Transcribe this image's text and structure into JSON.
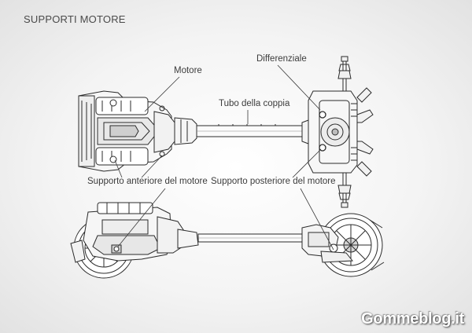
{
  "diagram": {
    "title": "SUPPORTI MOTORE",
    "labels": {
      "motore": "Motore",
      "differenziale": "Differenziale",
      "tubo": "Tubo della coppia",
      "supporto_anteriore": "Supporto anteriore del motore",
      "supporto_posteriore": "Supporto posteriore del motore"
    },
    "watermark": "Gommeblog.it"
  }
}
